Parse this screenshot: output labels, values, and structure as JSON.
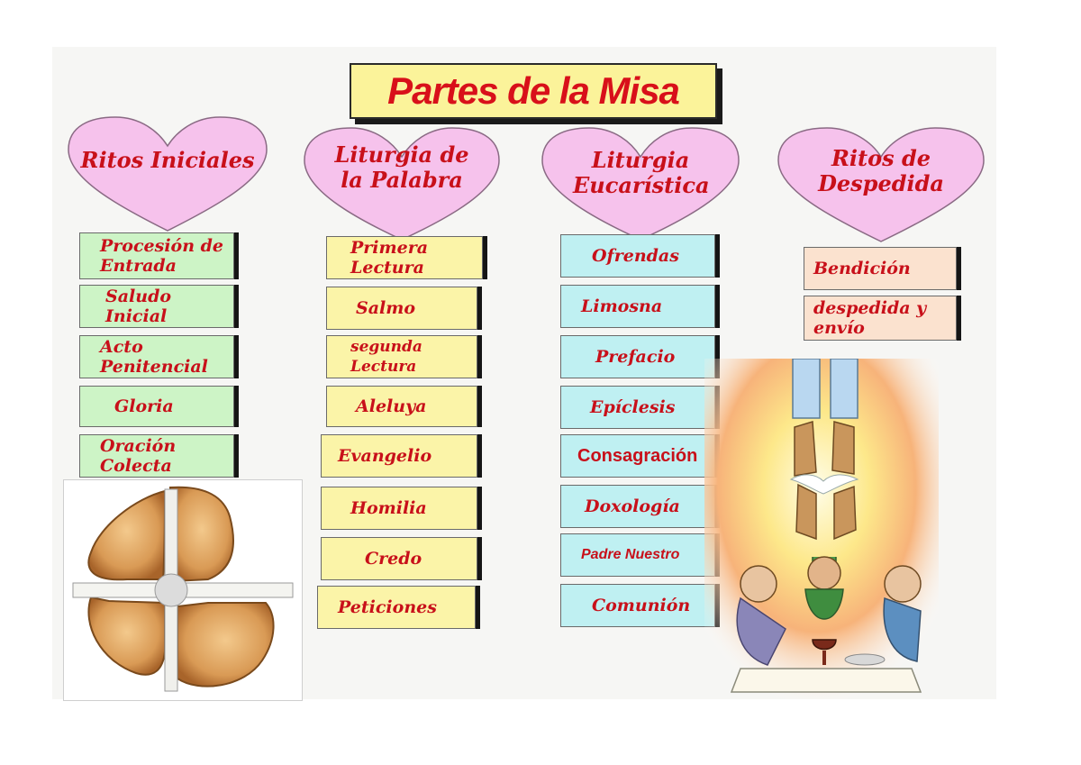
{
  "title": "Partes de la Misa",
  "colors": {
    "title_bg": "#fbf39a",
    "heart": "#f6c2ec",
    "text": "#c8101a",
    "green": "#cdf4c6",
    "yellow": "#fbf4a8",
    "cyan": "#bff0f2",
    "peach": "#fbe2cf"
  },
  "sections": [
    {
      "heading": "Ritos Iniciales",
      "items": [
        "Procesión de Entrada",
        "Saludo Inicial",
        "Acto Penitencial",
        "Gloria",
        "Oración Colecta"
      ]
    },
    {
      "heading": "Liturgia de la Palabra",
      "items": [
        "Primera Lectura",
        "Salmo",
        "segunda Lectura",
        "Aleluya",
        "Evangelio",
        "Homilia",
        "Credo",
        "Peticiones"
      ]
    },
    {
      "heading": "Liturgia Eucarística",
      "items": [
        "Ofrendas",
        "Limosna",
        "Prefacio",
        "Epíclesis",
        "Consagración",
        "Doxología",
        "Padre Nuestro",
        "Comunión"
      ]
    },
    {
      "heading": "Ritos de Despedida",
      "items": [
        "Bendición",
        "despedida y envío"
      ]
    }
  ]
}
